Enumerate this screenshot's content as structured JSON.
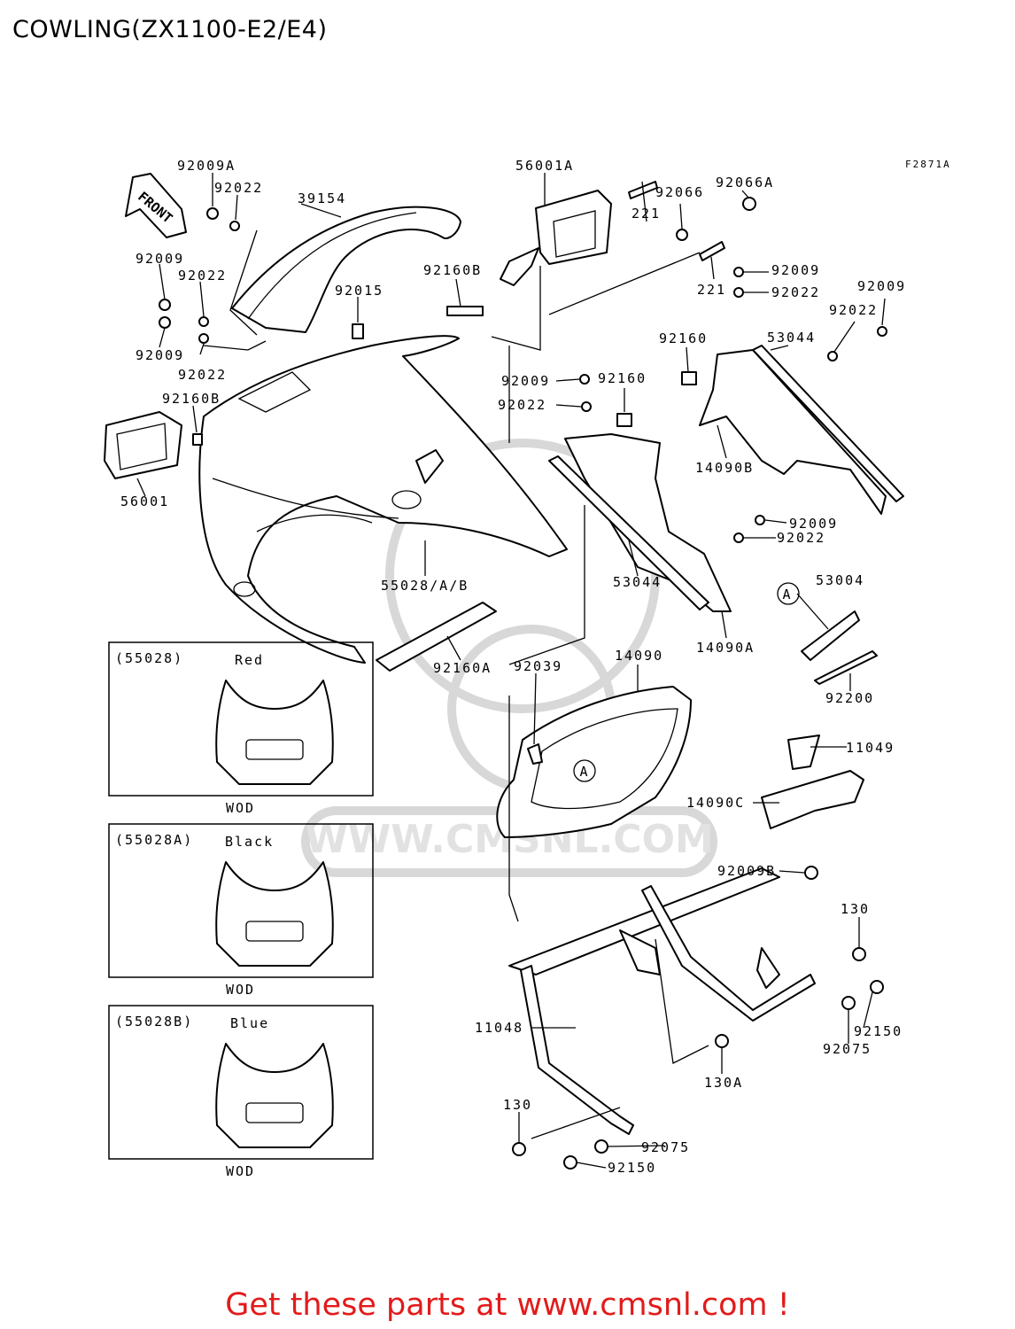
{
  "title": "COWLING(ZX1100-E2/E4)",
  "figure_code": "F2871A",
  "front_arrow": "FRONT",
  "watermark": "WWW.CMSNL.COM",
  "footer": "Get these parts at www.cmsnl.com !",
  "callouts": {
    "c01": "92009A",
    "c02": "92022",
    "c03": "39154",
    "c04": "56001A",
    "c05": "92066",
    "c06": "92066A",
    "c07": "221",
    "c08": "221",
    "c09": "92009",
    "c10": "92022",
    "c11": "92009",
    "c12": "92022",
    "c13": "92009",
    "c14": "92022",
    "c15": "92015",
    "c16": "92160B",
    "c17": "92009",
    "c18": "92022",
    "c19": "92160",
    "c20": "53044",
    "c21": "92009",
    "c22": "92022",
    "c23": "92160",
    "c24": "92160B",
    "c25": "92022",
    "c26": "14090B",
    "c27": "56001",
    "c28": "92009",
    "c29": "92022",
    "c30": "55028/A/B",
    "c31": "53044",
    "c32": "14090A",
    "c33": "53004",
    "c34": "92200",
    "c35": "92160A",
    "c36": "92039",
    "c37": "14090",
    "c38": "11049",
    "c39": "14090C",
    "c40": "92009B",
    "c41": "130",
    "c42": "11048",
    "c43": "92150",
    "c44": "92075",
    "c45": "130A",
    "c46": "130",
    "c47": "92075",
    "c48": "92150",
    "c49": "A",
    "c50": "A"
  },
  "variants": [
    {
      "code": "(55028)",
      "color": "Red",
      "tag": "WOD"
    },
    {
      "code": "(55028A)",
      "color": "Black",
      "tag": "WOD"
    },
    {
      "code": "(55028B)",
      "color": "Blue",
      "tag": "WOD"
    }
  ]
}
